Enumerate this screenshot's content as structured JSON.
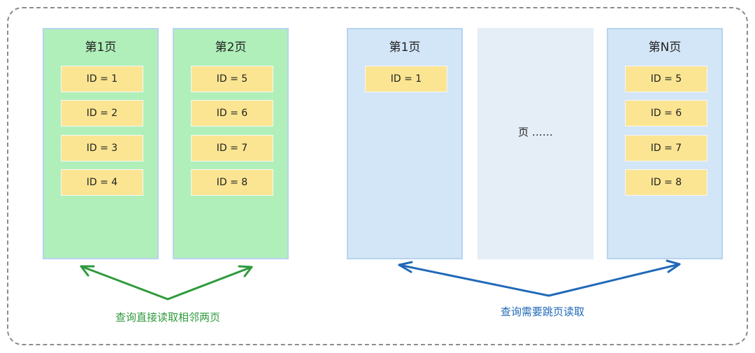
{
  "pages": [
    {
      "title": "第1页",
      "records": [
        "ID = 1",
        "ID = 2",
        "ID = 3",
        "ID = 4"
      ]
    },
    {
      "title": "第2页",
      "records": [
        "ID = 5",
        "ID = 6",
        "ID = 7",
        "ID = 8"
      ]
    },
    {
      "title": "第1页",
      "records": [
        "ID = 1"
      ]
    },
    {
      "text": "页 ……"
    },
    {
      "title": "第N页",
      "records": [
        "ID = 5",
        "ID = 6",
        "ID = 7",
        "ID = 8"
      ]
    }
  ],
  "captions": {
    "left": "查询直接读取相邻两页",
    "right": "查询需要跳页读取"
  },
  "colors": {
    "green_page": "#b0efba",
    "blue_page": "#d3e6f8",
    "grey_page": "#e5edf6",
    "record": "#fbe592",
    "green_arrow": "#2e9a3c",
    "blue_arrow": "#2069b8"
  }
}
